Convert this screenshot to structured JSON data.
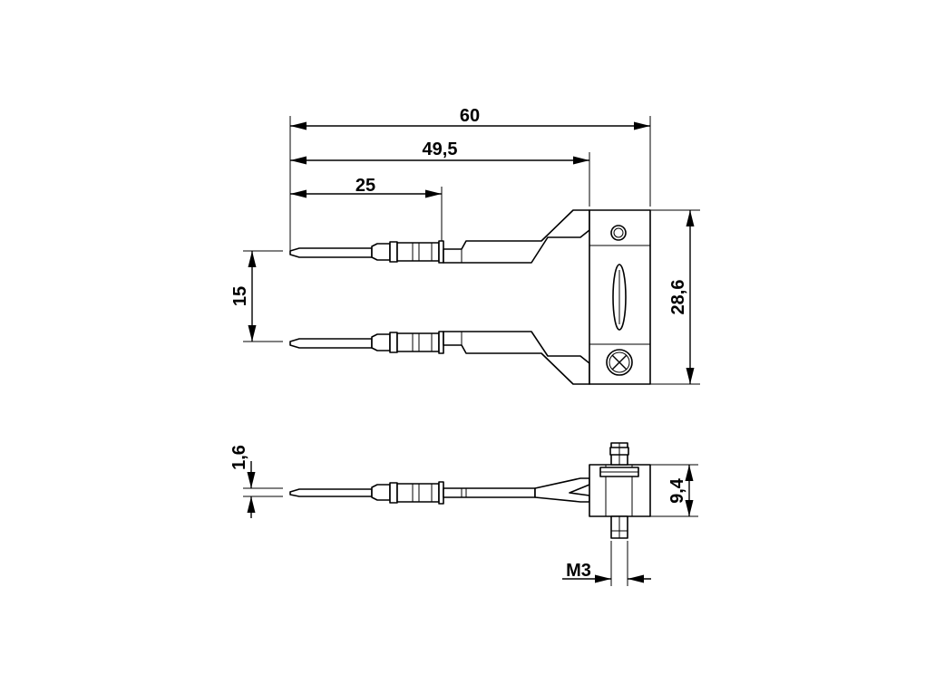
{
  "drawing": {
    "dimensions": {
      "overall_length": "60",
      "body_length": "49,5",
      "pin_length": "25",
      "pin_spacing": "15",
      "flange_height": "28,6",
      "pin_diameter": "1,6",
      "flange_thickness": "9,4",
      "thread": "M3"
    }
  }
}
